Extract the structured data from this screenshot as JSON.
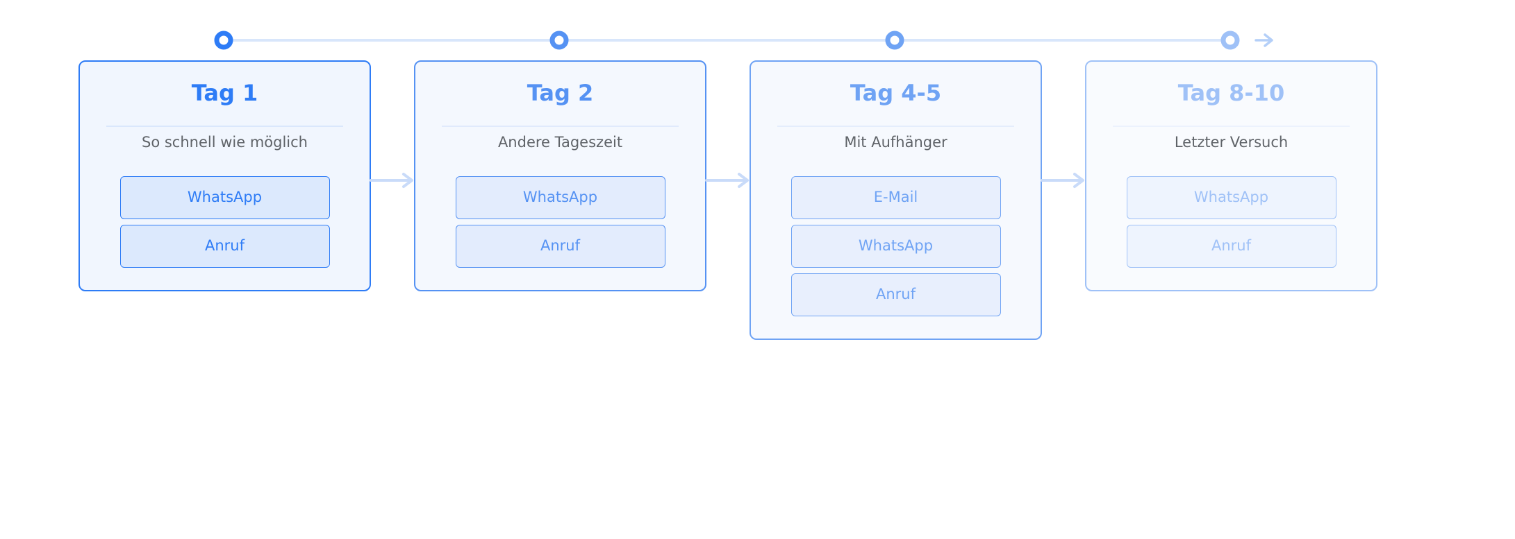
{
  "stages": [
    {
      "title": "Tag 1",
      "subtitle": "So schnell wie möglich",
      "channels": [
        "WhatsApp",
        "Anruf"
      ],
      "colors": {
        "accent": "#2e7cf6",
        "border": "#2e7cf6",
        "card_bg": "#f1f6fe",
        "divider": "#dae7fc",
        "chip_bg": "#dce9fd",
        "chip_border": "#2e7cf6",
        "chip_text": "#2e7cf6"
      }
    },
    {
      "title": "Tag 2",
      "subtitle": "Andere Tageszeit",
      "channels": [
        "WhatsApp",
        "Anruf"
      ],
      "colors": {
        "accent": "#5592f3",
        "border": "#5592f3",
        "card_bg": "#f4f8fe",
        "divider": "#e0eafc",
        "chip_bg": "#e3ecfd",
        "chip_border": "#5592f3",
        "chip_text": "#5592f3"
      }
    },
    {
      "title": "Tag 4-5",
      "subtitle": "Mit Aufhänger",
      "channels": [
        "E-Mail",
        "WhatsApp",
        "Anruf"
      ],
      "colors": {
        "accent": "#6fa3f4",
        "border": "#6fa3f4",
        "card_bg": "#f6f9fe",
        "divider": "#e4edfc",
        "chip_bg": "#e8effd",
        "chip_border": "#6fa3f4",
        "chip_text": "#6fa3f4"
      }
    },
    {
      "title": "Tag 8-10",
      "subtitle": "Letzter Versuch",
      "channels": [
        "WhatsApp",
        "Anruf"
      ],
      "colors": {
        "accent": "#9fc1f7",
        "border": "#9fc1f7",
        "card_bg": "#f9fbfe",
        "divider": "#ecf2fd",
        "chip_bg": "#eef4fe",
        "chip_border": "#9fc1f7",
        "chip_text": "#9fc1f7"
      }
    }
  ],
  "colors": {
    "timeline_line": "#d8e6fb",
    "flow_arrow": "#c9dbf9",
    "end_arrow": "#b4cff8",
    "marker_inner": "#ffffff"
  }
}
